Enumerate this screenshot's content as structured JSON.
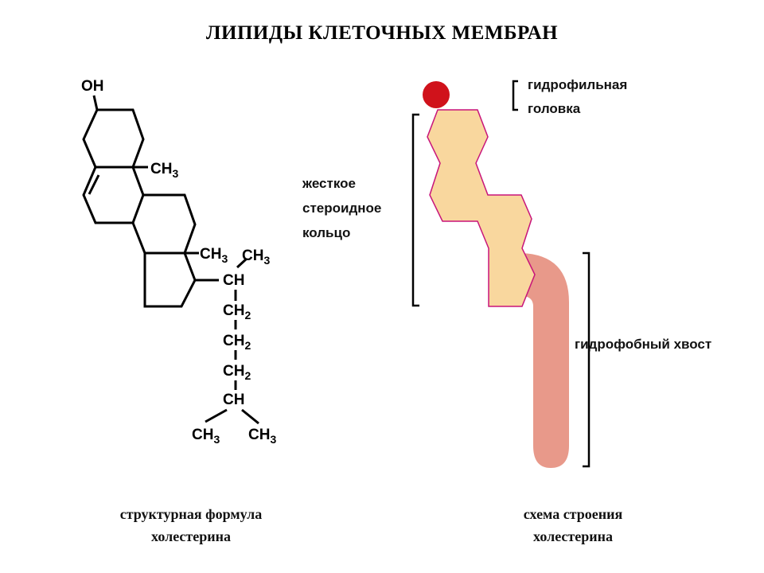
{
  "title": "ЛИПИДЫ КЛЕТОЧНЫХ МЕМБРАН",
  "formula": {
    "oh": "OH",
    "ch": "CH",
    "methyl_label": "CH",
    "sub_3": "3",
    "sub_2": "2"
  },
  "schema_labels": {
    "head_line1": "гидрофильная",
    "head_line2": "головка",
    "ring_line1": "жесткое",
    "ring_line2": "стероидное",
    "ring_line3": "кольцо",
    "tail": "гидрофобный хвост"
  },
  "captions": {
    "left_line1": "структурная формула",
    "left_line2": "холестерина",
    "right_line1": "схема строения",
    "right_line2": "холестерина"
  },
  "colors": {
    "head": "#d0121b",
    "ring_fill": "#f9d79e",
    "ring_stroke": "#c8147a",
    "tail": "#e8998a"
  }
}
